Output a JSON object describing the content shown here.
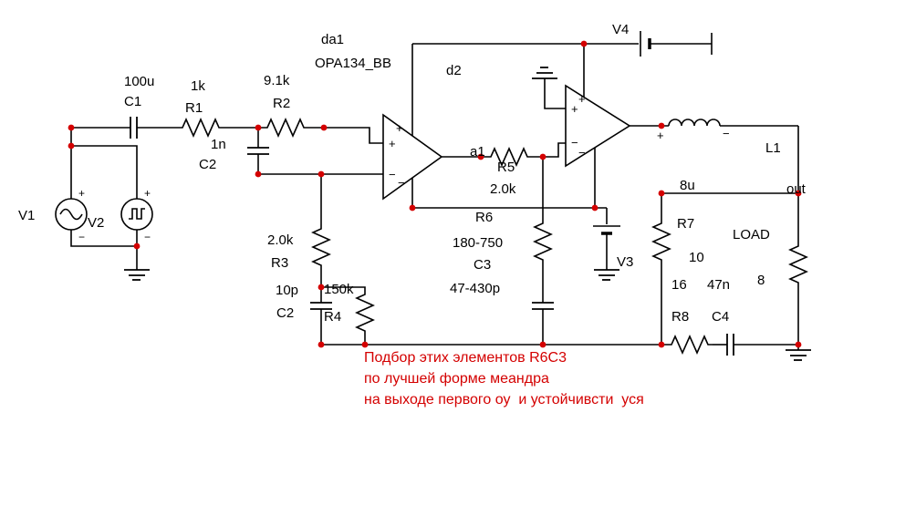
{
  "colors": {
    "background": "#ffffff",
    "wire": "#000000",
    "junction_dot": "#d40000",
    "annotation": "#d40000"
  },
  "polarity": {
    "plus": "+",
    "minus": "−"
  },
  "sources": {
    "v1": {
      "ref": "V1"
    },
    "v2": {
      "ref": "V2"
    },
    "v3": {
      "ref": "V3"
    },
    "v4": {
      "ref": "V4"
    }
  },
  "opamps": {
    "op1": {
      "designator": "da1",
      "part": "OPA134_BB"
    },
    "op2": {
      "designator": "d2"
    }
  },
  "nodes": {
    "a1": "a1",
    "out": "out"
  },
  "passives": {
    "c1": {
      "ref": "C1",
      "value": "100u"
    },
    "c2_input": {
      "ref": "C2",
      "value": "1n"
    },
    "c2_comp": {
      "ref": "C2",
      "value": "10p"
    },
    "c3": {
      "ref": "C3",
      "value": "47-430p"
    },
    "c4": {
      "ref": "C4",
      "value": "47n"
    },
    "r1": {
      "ref": "R1",
      "value": "1k"
    },
    "r2": {
      "ref": "R2",
      "value": "9.1k"
    },
    "r3": {
      "ref": "R3",
      "value": "2.0k"
    },
    "r4": {
      "ref": "R4",
      "value": "150k"
    },
    "r5": {
      "ref": "R5",
      "value": "2.0k"
    },
    "r6": {
      "ref": "R6",
      "value": "180-750"
    },
    "r7": {
      "ref": "R7",
      "value": "10"
    },
    "r8": {
      "ref": "R8",
      "value": "16"
    },
    "l1": {
      "ref": "L1",
      "value": "8u"
    },
    "load": {
      "ref": "LOAD",
      "value": "8"
    }
  },
  "annotation": {
    "lines": [
      "Подбор этих элементов R6C3",
      "по лучшей форме меандра",
      "на выходе первого оу  и устойчивсти  уся"
    ]
  }
}
